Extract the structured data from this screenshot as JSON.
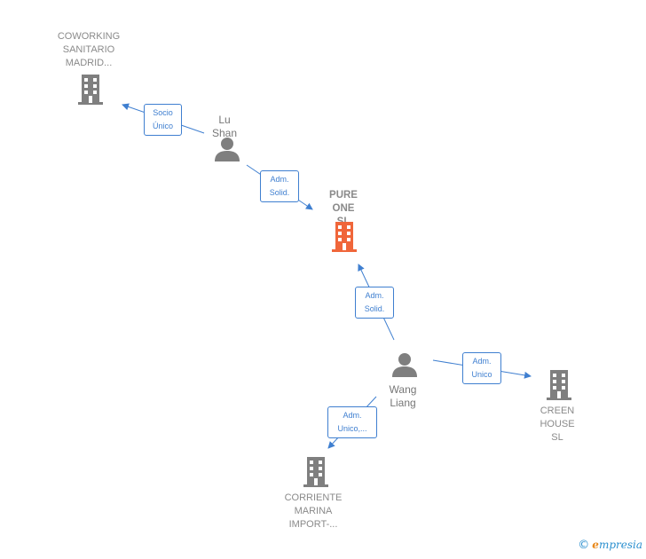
{
  "colors": {
    "edge": "#3f7fd0",
    "company_icon": "#7f7f7f",
    "focus_company_icon": "#f0663a",
    "person_icon": "#7f7f7f"
  },
  "nodes": {
    "coworking": {
      "label": "COWORKING\nSANITARIO\nMADRID...",
      "type": "company",
      "icon": "building-icon"
    },
    "lu_shan": {
      "label": "Lu Shan",
      "type": "person",
      "icon": "person-icon"
    },
    "pure_one": {
      "label": "PURE ONE\nSL",
      "type": "company-focus",
      "icon": "building-icon"
    },
    "wang_liang": {
      "label": "Wang Liang",
      "type": "person",
      "icon": "person-icon"
    },
    "creen_house": {
      "label": "CREEN\nHOUSE  SL",
      "type": "company",
      "icon": "building-icon"
    },
    "corriente": {
      "label": "CORRIENTE\nMARINA\nIMPORT-...",
      "type": "company",
      "icon": "building-icon"
    }
  },
  "edges": [
    {
      "from": "lu_shan",
      "to": "coworking",
      "label": "Socio\nÚnico"
    },
    {
      "from": "lu_shan",
      "to": "pure_one",
      "label": "Adm.\nSolid."
    },
    {
      "from": "wang_liang",
      "to": "pure_one",
      "label": "Adm.\nSolid."
    },
    {
      "from": "wang_liang",
      "to": "creen_house",
      "label": "Adm.\nUnico"
    },
    {
      "from": "wang_liang",
      "to": "corriente",
      "label": "Adm.\nUnico,..."
    }
  ],
  "brand": {
    "copyright": "©",
    "initial": "e",
    "name": "mpresia"
  }
}
